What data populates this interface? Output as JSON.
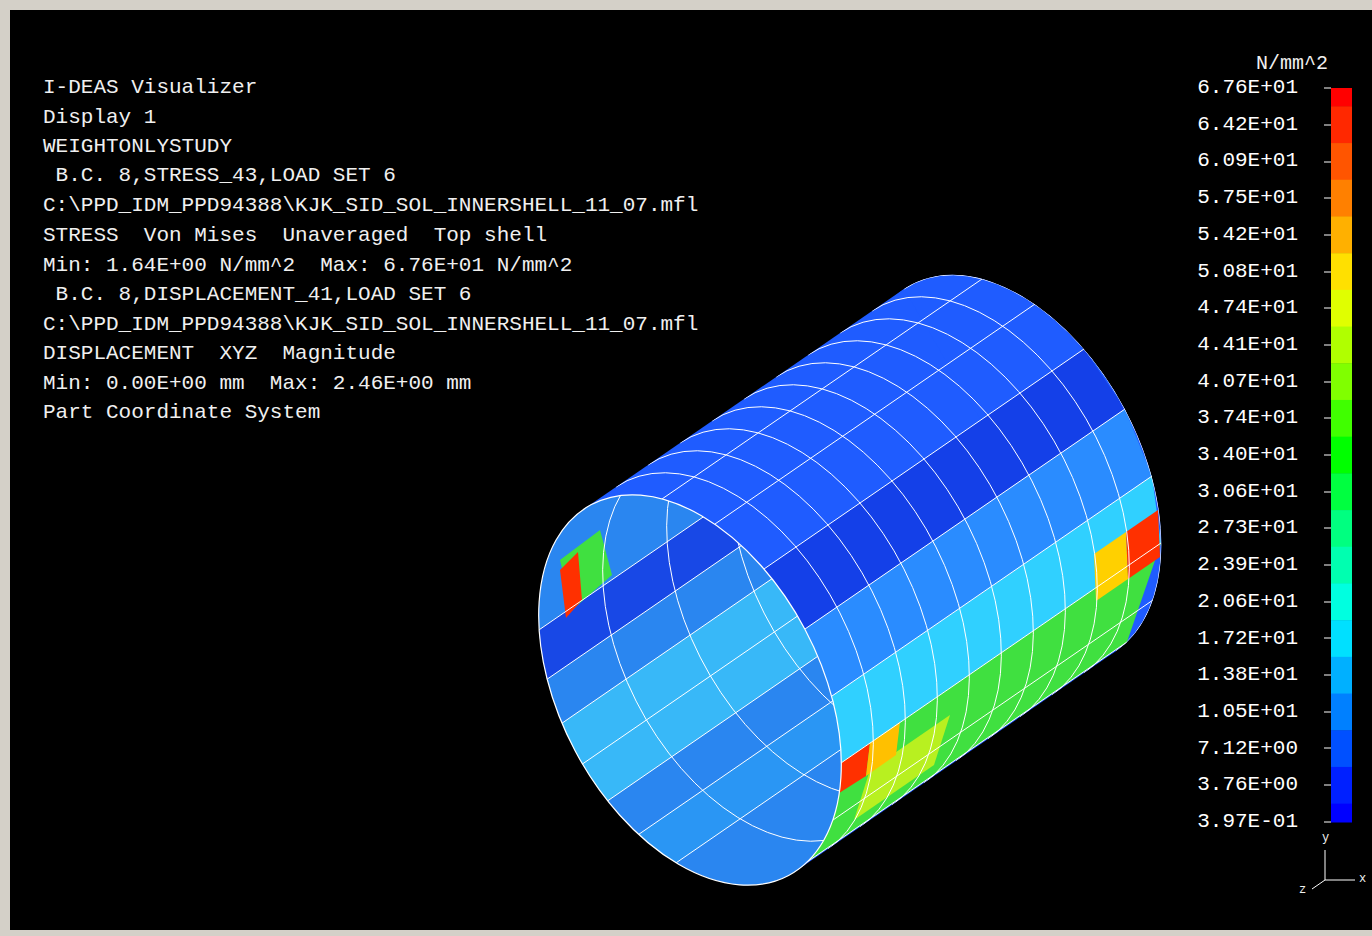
{
  "diagram": {
    "labels": [
      "I-DEAS Visualizer",
      "Display 1",
      "WEIGHTONLYSTUDY",
      " B.C. 8,STRESS_43,LOAD SET 6",
      "C:\\PPD_IDM_PPD94388\\KJK_SID_SOL_INNERSHELL_11_07.mfl",
      "STRESS  Von Mises  Unaveraged  Top shell",
      "Min: 1.64E+00 N/mm^2  Max: 6.76E+01 N/mm^2",
      " B.C. 8,DISPLACEMENT_41,LOAD SET 6",
      "C:\\PPD_IDM_PPD94388\\KJK_SID_SOL_INNERSHELL_11_07.mfl",
      "DISPLACEMENT  XYZ  Magnitude",
      "Min: 0.00E+00 mm  Max: 2.46E+00 mm",
      "Part Coordinate System",
      "N/mm^2",
      "y",
      "x",
      "z"
    ],
    "legend": [
      {
        "text": "6.76E+01",
        "color": "#ff0000"
      },
      {
        "text": "6.42E+01",
        "color": "#ff2800"
      },
      {
        "text": "6.09E+01",
        "color": "#ff5500"
      },
      {
        "text": "5.75E+01",
        "color": "#ff8000"
      },
      {
        "text": "5.42E+01",
        "color": "#ffb000"
      },
      {
        "text": "5.08E+01",
        "color": "#ffe000"
      },
      {
        "text": "4.74E+01",
        "color": "#e0ff00"
      },
      {
        "text": "4.41E+01",
        "color": "#b0ff00"
      },
      {
        "text": "4.07E+01",
        "color": "#80ff00"
      },
      {
        "text": "3.74E+01",
        "color": "#40ff00"
      },
      {
        "text": "3.40E+01",
        "color": "#00ff00"
      },
      {
        "text": "3.06E+01",
        "color": "#00ff40"
      },
      {
        "text": "2.73E+01",
        "color": "#00ff80"
      },
      {
        "text": "2.39E+01",
        "color": "#00ffb0"
      },
      {
        "text": "2.06E+01",
        "color": "#00ffe0"
      },
      {
        "text": "1.72E+01",
        "color": "#00e0ff"
      },
      {
        "text": "1.38E+01",
        "color": "#00b0ff"
      },
      {
        "text": "1.05E+01",
        "color": "#0080ff"
      },
      {
        "text": "7.12E+00",
        "color": "#0050ff"
      },
      {
        "text": "3.76E+00",
        "color": "#0020ff"
      },
      {
        "text": "3.97E-01",
        "color": "#0000ff"
      }
    ]
  }
}
